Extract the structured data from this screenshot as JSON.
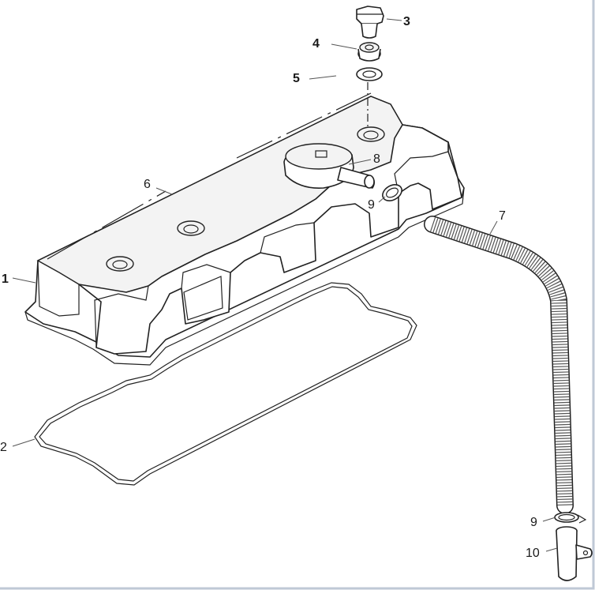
{
  "callouts": [
    {
      "id": "1",
      "label": "1",
      "bold": true
    },
    {
      "id": "2",
      "label": "2",
      "bold": false
    },
    {
      "id": "3",
      "label": "3",
      "bold": true
    },
    {
      "id": "4",
      "label": "4",
      "bold": true
    },
    {
      "id": "5",
      "label": "5",
      "bold": true
    },
    {
      "id": "6",
      "label": "6",
      "bold": false
    },
    {
      "id": "7",
      "label": "7",
      "bold": false
    },
    {
      "id": "8",
      "label": "8",
      "bold": false
    },
    {
      "id": "9a",
      "label": "9",
      "bold": false
    },
    {
      "id": "9b",
      "label": "9",
      "bold": false
    },
    {
      "id": "10",
      "label": "10",
      "bold": false
    }
  ],
  "colors": {
    "line": "#222222",
    "background": "#ffffff",
    "frame": "#bfc8d6"
  }
}
